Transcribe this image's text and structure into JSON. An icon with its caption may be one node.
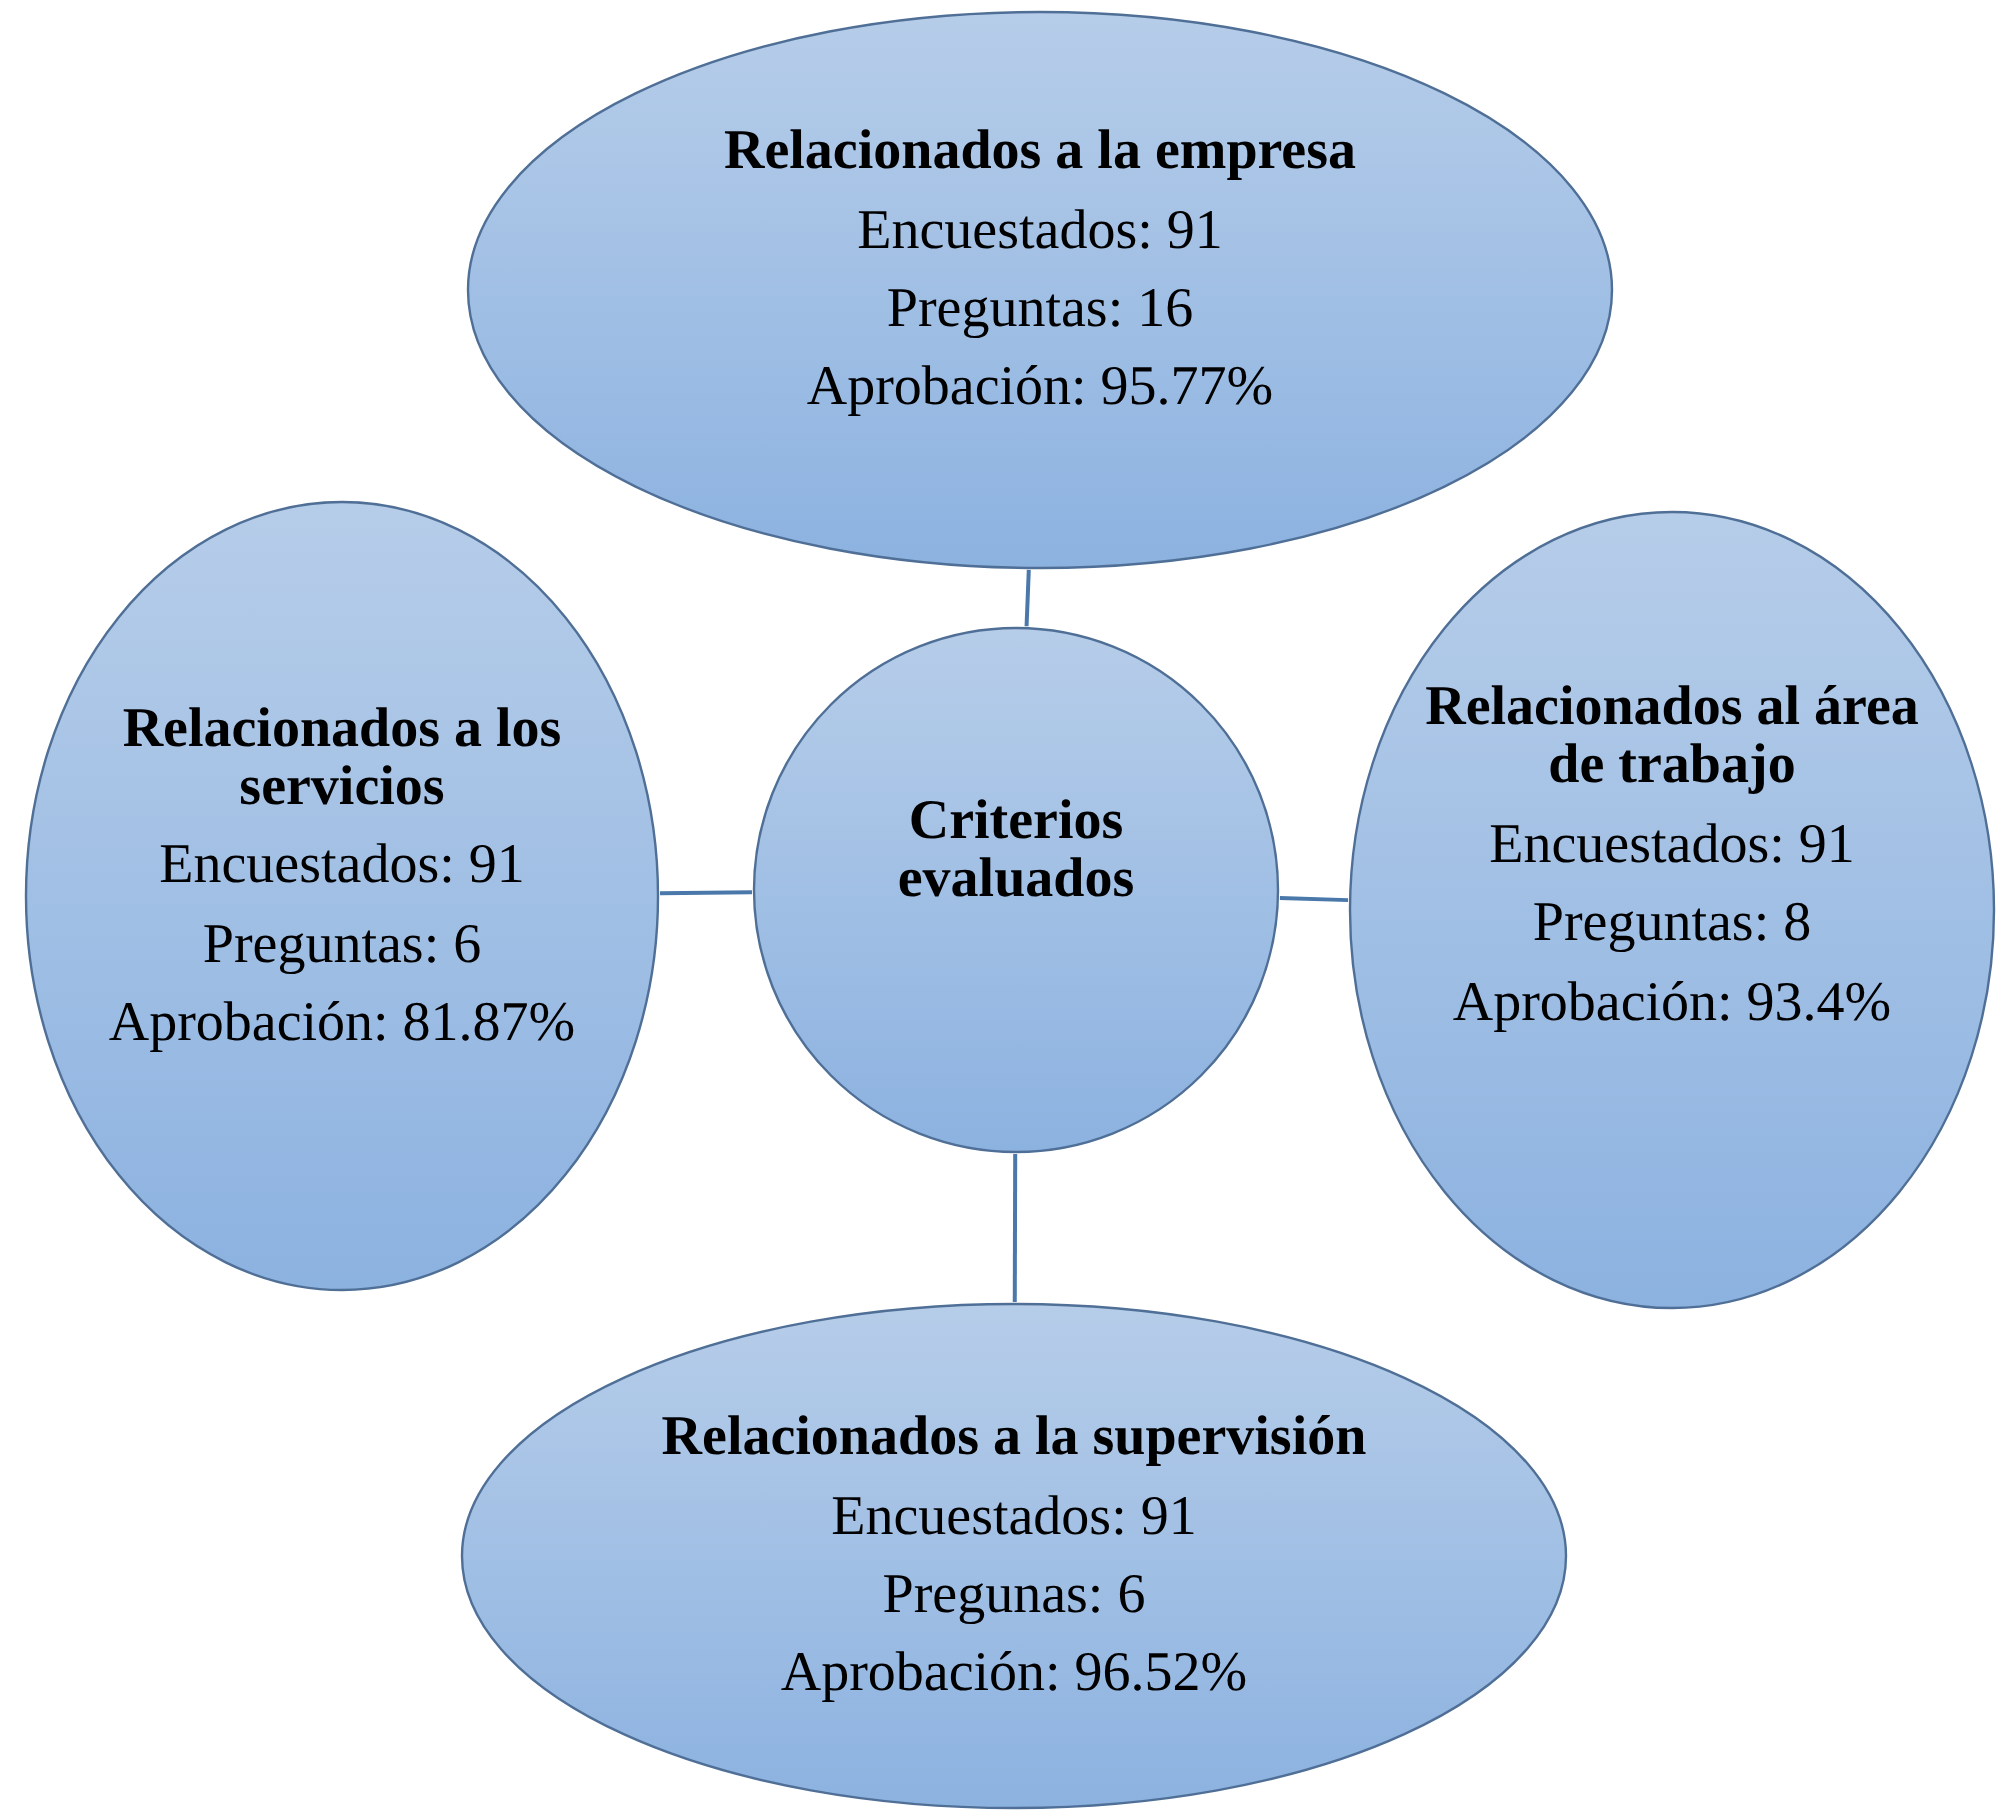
{
  "diagram": {
    "nodes": [
      {
        "text": [
          "Relacionados a la empresa",
          "Encuestados: 91",
          "Preguntas: 16",
          "Aprobación: 95.77%"
        ]
      },
      {
        "text": [
          "Relacionados a los servicios",
          "Encuestados: 91",
          "Preguntas: 6",
          "Aprobación: 81.87%"
        ]
      },
      {
        "text": [
          "Criterios evaluados"
        ]
      },
      {
        "text": [
          "Relacionados al área de trabajo",
          "Encuestados: 91",
          "Preguntas: 8",
          "Aprobación: 93.4%"
        ]
      },
      {
        "text": [
          "Relacionados a la supervisión",
          "Encuestados: 91",
          "Pregunas: 6",
          "Aprobación: 96.52%"
        ]
      }
    ],
    "edges": [
      {
        "from": 2,
        "to": 0,
        "arrow": "none"
      },
      {
        "from": 2,
        "to": 1,
        "arrow": "none"
      },
      {
        "from": 2,
        "to": 3,
        "arrow": "none"
      },
      {
        "from": 2,
        "to": 4,
        "arrow": "none"
      }
    ]
  }
}
